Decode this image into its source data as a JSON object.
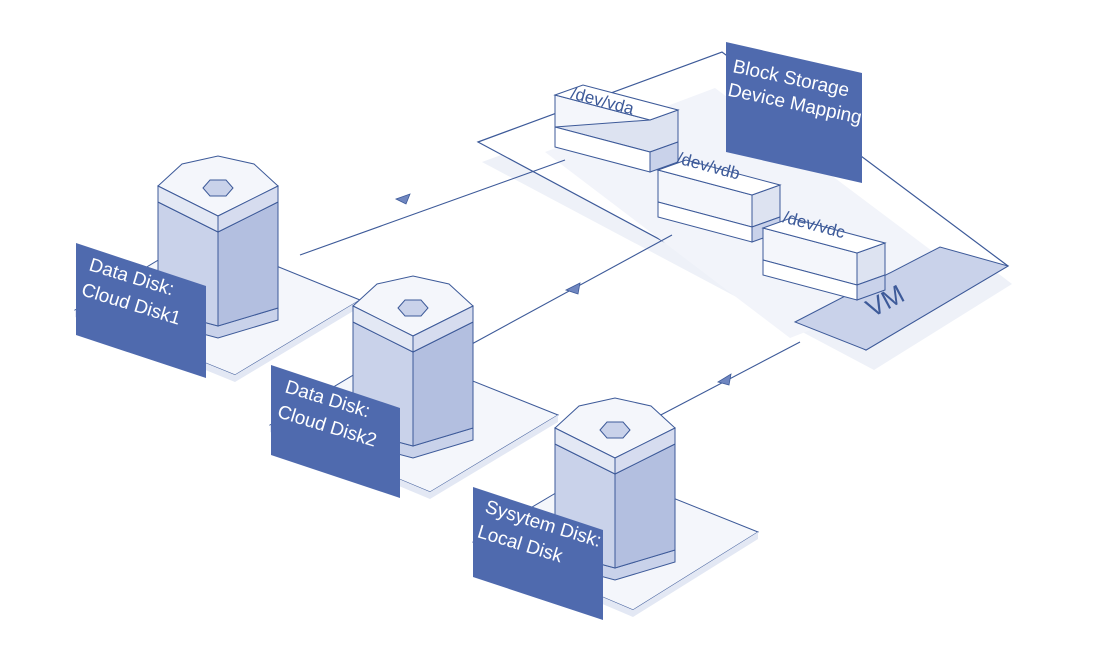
{
  "colors": {
    "accent": "#4f6aae",
    "line": "#3d5a99",
    "fill_light": "#e3e8f4",
    "fill_mid": "#c9d2ea",
    "fill_top": "#f4f6fb"
  },
  "vm": {
    "mapping_label": [
      "Block Storage",
      "Device Mapping"
    ],
    "devices": [
      "/dev/vda",
      "/dev/vdb",
      "/dev/vdc"
    ],
    "name": "VM"
  },
  "disks": [
    {
      "label": [
        "Data Disk:",
        "Cloud Disk1"
      ],
      "icon": "disk-cylinder-icon"
    },
    {
      "label": [
        "Data Disk:",
        "Cloud Disk2"
      ],
      "icon": "disk-cylinder-icon"
    },
    {
      "label": [
        "Sysytem Disk:",
        "Local Disk"
      ],
      "icon": "disk-cylinder-icon"
    }
  ],
  "connections": [
    {
      "from": "/dev/vda",
      "to": "Data Disk: Cloud Disk1"
    },
    {
      "from": "/dev/vdb",
      "to": "Data Disk: Cloud Disk2"
    },
    {
      "from": "/dev/vdc",
      "to": "Sysytem Disk: Local Disk"
    }
  ]
}
